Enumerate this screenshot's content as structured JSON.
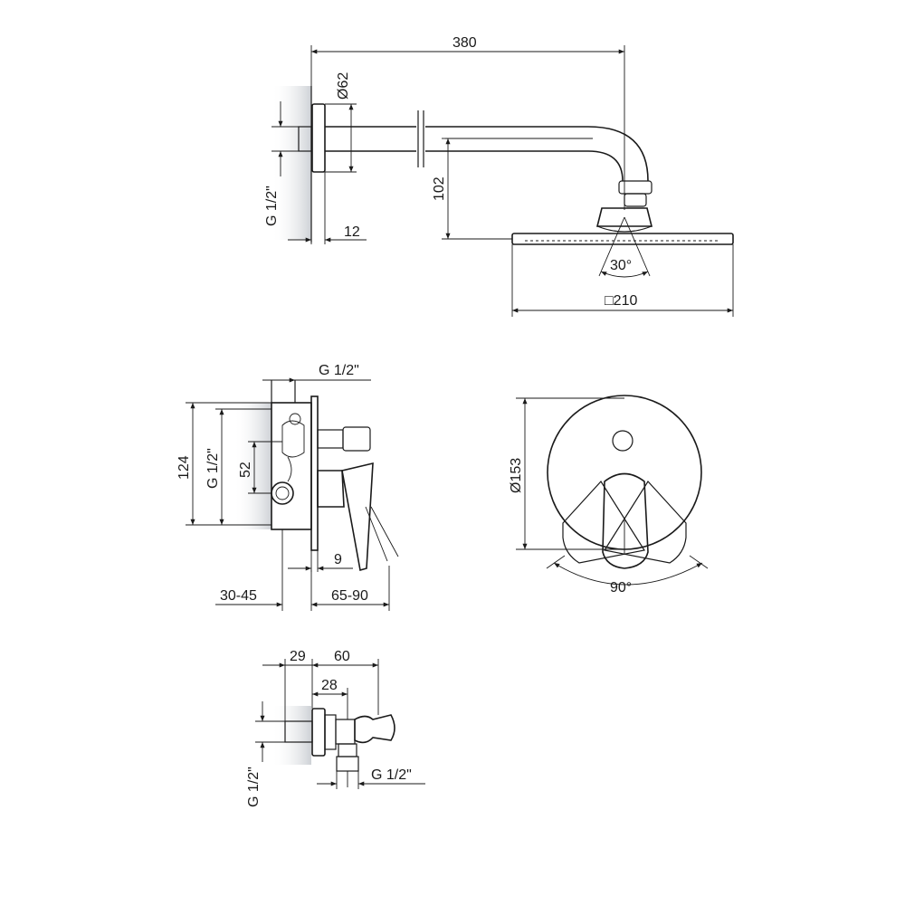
{
  "colors": {
    "line": "#1a1a1a",
    "background": "#ffffff",
    "wall_shadow": "#cfd2d6"
  },
  "shower_arm": {
    "length": "380",
    "flange_diameter": "Ø62",
    "thread": "G 1/2\"",
    "wall_offset": "12",
    "drop": "102",
    "spray_angle": "30°",
    "head_size": "□210"
  },
  "mixer_side": {
    "thread_top": "G 1/2\"",
    "thread_left": "G 1/2\"",
    "height": "124",
    "spacing": "52",
    "plate_gap": "9",
    "wall_depth": "30-45",
    "projection": "65-90"
  },
  "mixer_front": {
    "plate_diameter": "Ø153",
    "rotation_angle": "90°"
  },
  "wall_outlet": {
    "offset_a": "29",
    "offset_b": "60",
    "offset_c": "28",
    "thread_left": "G 1/2\"",
    "thread_bottom": "G 1/2\""
  }
}
